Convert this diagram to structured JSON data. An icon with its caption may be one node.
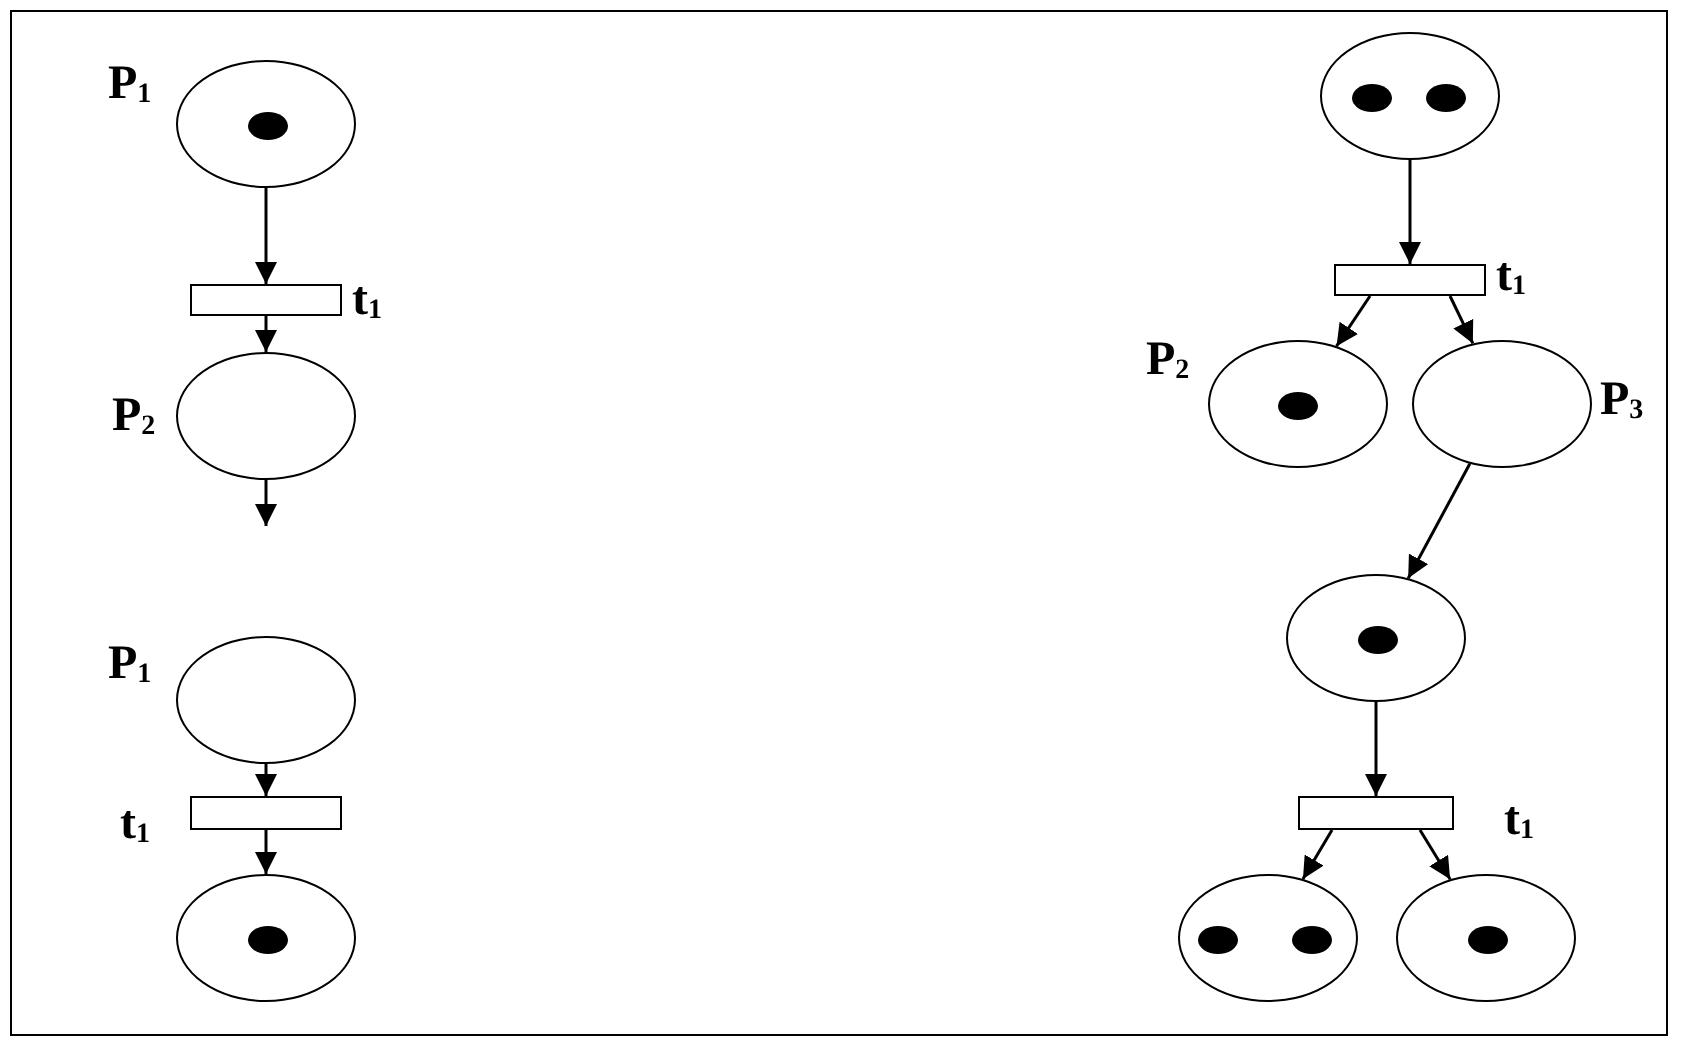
{
  "diagram": {
    "nodes": [
      {
        "text": [],
        "shape": "ellipse",
        "beside": [
          "P$_{1}$"
        ]
      },
      {
        "text": [],
        "shape": "dot",
        "in": 0
      },
      {
        "text": [],
        "shape": "bar",
        "beside": [
          "t$_{1}$"
        ]
      },
      {
        "text": [],
        "shape": "ellipse",
        "beside": [
          "P$_{2}$"
        ]
      },
      {
        "text": [],
        "shape": "ellipse",
        "beside": [
          "P$_{1}$"
        ]
      },
      {
        "text": [],
        "shape": "bar",
        "beside": [
          "t$_{1}$"
        ]
      },
      {
        "text": [],
        "shape": "ellipse"
      },
      {
        "text": [],
        "shape": "dot",
        "in": 6
      },
      {
        "text": [],
        "shape": "ellipse"
      },
      {
        "text": [],
        "shape": "dot",
        "in": 8
      },
      {
        "text": [],
        "shape": "dot",
        "in": 8
      },
      {
        "text": [],
        "shape": "bar",
        "beside": [
          "t$_{1}$"
        ]
      },
      {
        "text": [],
        "shape": "ellipse",
        "beside": [
          "P$_{2}$"
        ]
      },
      {
        "text": [],
        "shape": "dot",
        "in": 12
      },
      {
        "text": [],
        "shape": "ellipse",
        "beside": [
          "P$_{3}$"
        ]
      },
      {
        "text": [],
        "shape": "ellipse"
      },
      {
        "text": [],
        "shape": "dot",
        "in": 15
      },
      {
        "text": [],
        "shape": "bar",
        "beside": [
          "t$_{1}$"
        ]
      },
      {
        "text": [],
        "shape": "ellipse"
      },
      {
        "text": [],
        "shape": "dot",
        "in": 18
      },
      {
        "text": [],
        "shape": "dot",
        "in": 18
      },
      {
        "text": [],
        "shape": "ellipse"
      },
      {
        "text": [],
        "shape": "dot",
        "in": 21
      }
    ],
    "edges": [
      {
        "from": 0,
        "to": 2,
        "arrow": "to"
      },
      {
        "from": 2,
        "to": 3,
        "arrow": "to"
      },
      {
        "from": 3,
        "to": null,
        "arrow": "to"
      },
      {
        "from": 4,
        "to": 5,
        "arrow": "to"
      },
      {
        "from": 5,
        "to": 6,
        "arrow": "to"
      },
      {
        "from": 8,
        "to": 11,
        "arrow": "to"
      },
      {
        "from": 11,
        "to": 12,
        "arrow": "to"
      },
      {
        "from": 11,
        "to": 14,
        "arrow": "to"
      },
      {
        "from": 14,
        "to": 15,
        "arrow": "to"
      },
      {
        "from": 15,
        "to": 17,
        "arrow": "to"
      },
      {
        "from": 17,
        "to": 18,
        "arrow": "to"
      },
      {
        "from": 17,
        "to": 21,
        "arrow": "to"
      }
    ]
  }
}
